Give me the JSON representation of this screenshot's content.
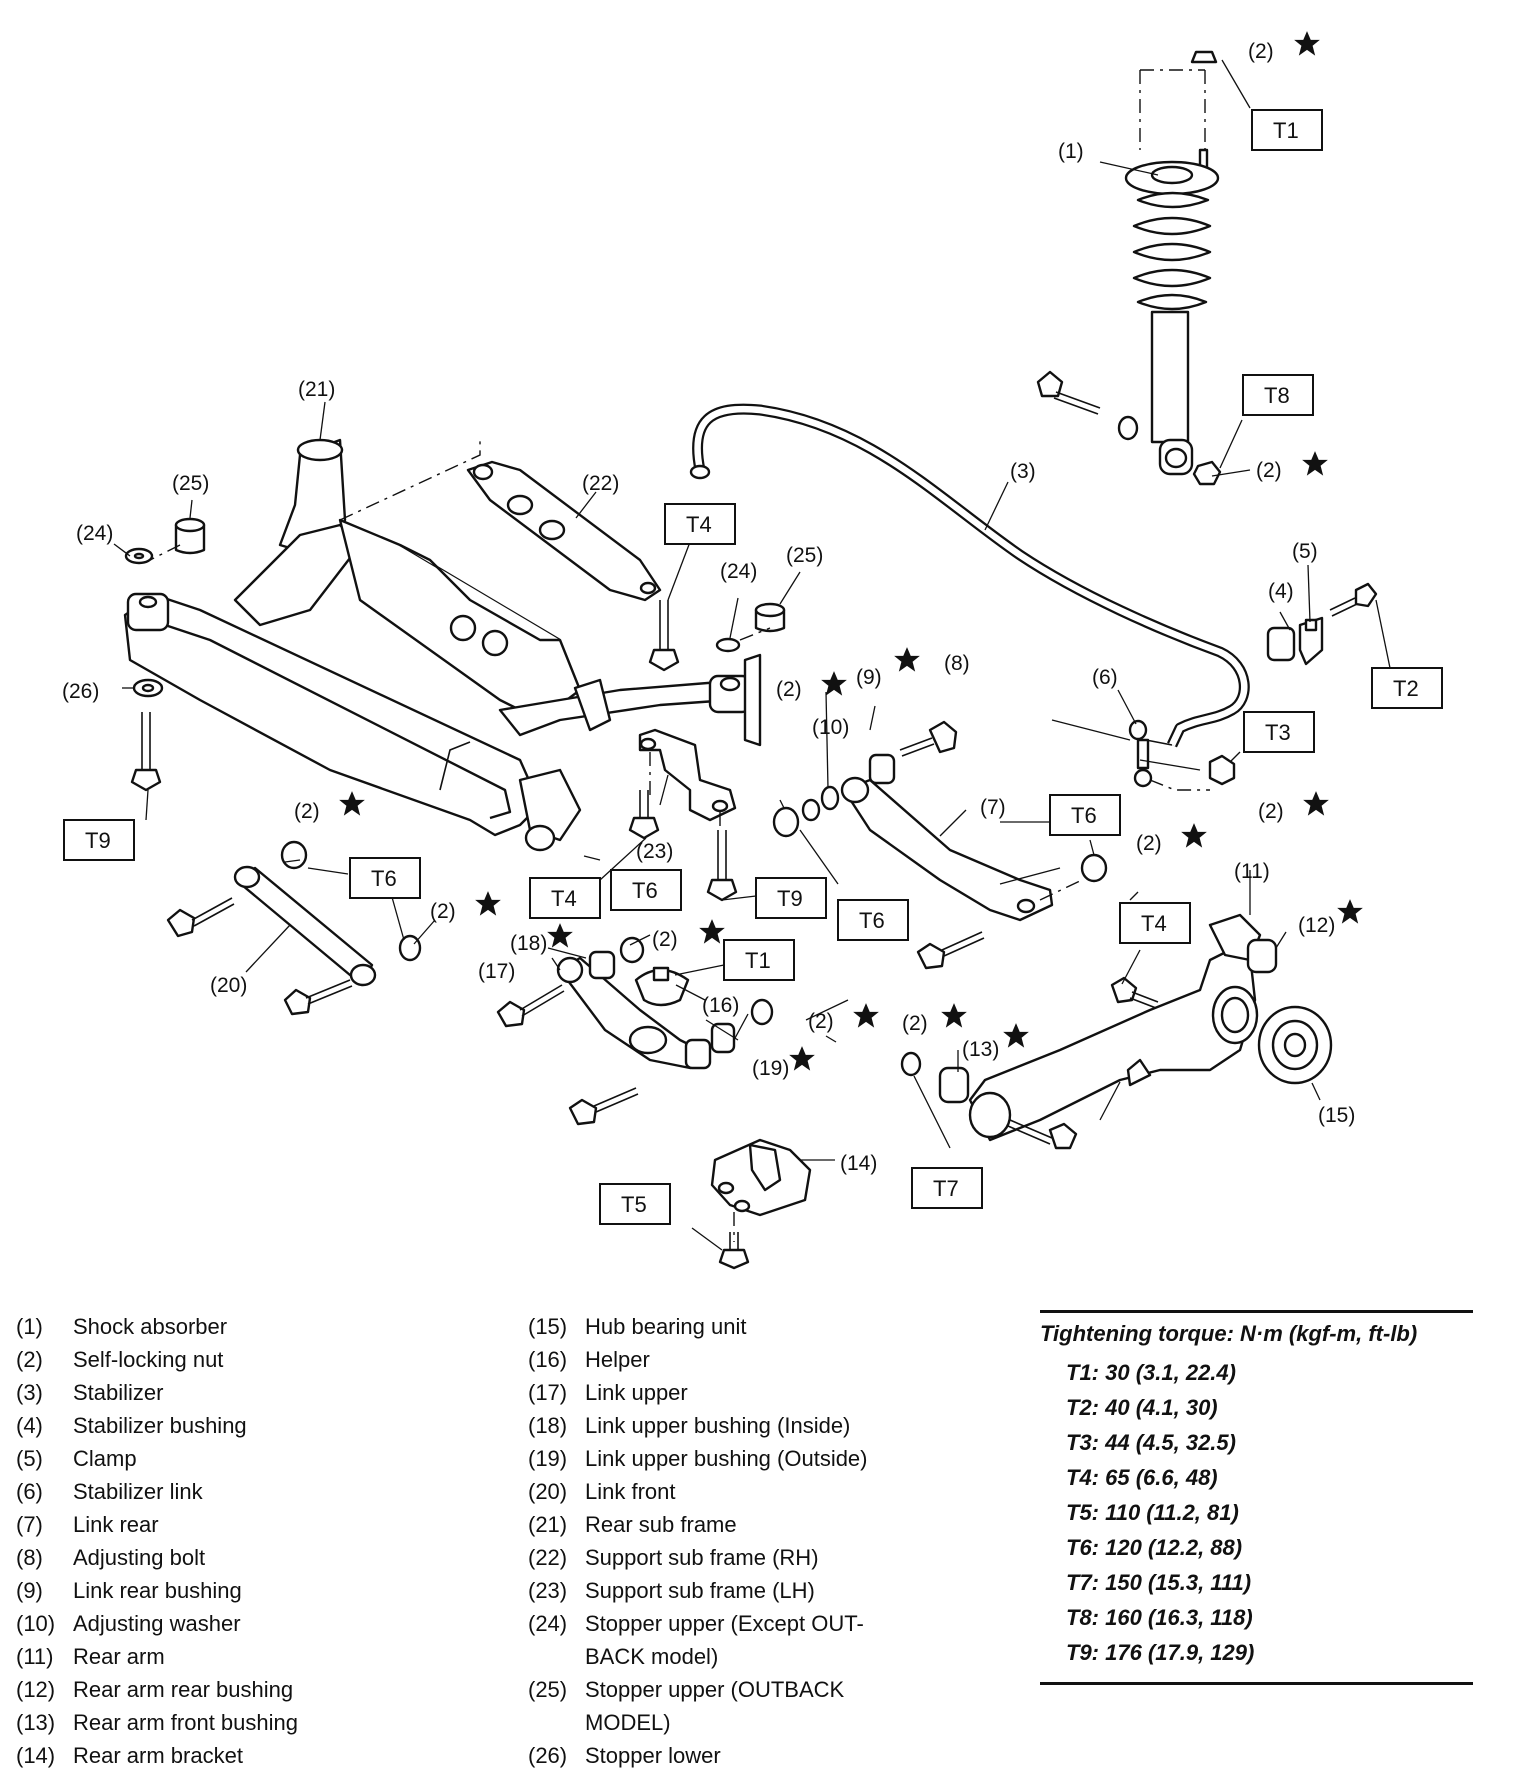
{
  "callouts": {
    "c1": "(1)",
    "c2a": "(2)",
    "c2b": "(2)",
    "c2c": "(2)",
    "c2d": "(2)",
    "c2e": "(2)",
    "c2f": "(2)",
    "c2g": "(2)",
    "c2h": "(2)",
    "c2i": "(2)",
    "c2j": "(2)",
    "c3": "(3)",
    "c4": "(4)",
    "c5": "(5)",
    "c6": "(6)",
    "c7": "(7)",
    "c8": "(8)",
    "c9": "(9)",
    "c10": "(10)",
    "c11": "(11)",
    "c12": "(12)",
    "c13": "(13)",
    "c14": "(14)",
    "c15": "(15)",
    "c16": "(16)",
    "c17": "(17)",
    "c18": "(18)",
    "c19": "(19)",
    "c20": "(20)",
    "c21": "(21)",
    "c22": "(22)",
    "c23": "(23)",
    "c24a": "(24)",
    "c24b": "(24)",
    "c25a": "(25)",
    "c25b": "(25)",
    "c26": "(26)"
  },
  "torque_boxes": {
    "t1a": "T1",
    "t1b": "T1",
    "t2": "T2",
    "t3": "T3",
    "t4a": "T4",
    "t4b": "T4",
    "t4c": "T4",
    "t5": "T5",
    "t6a": "T6",
    "t6b": "T6",
    "t6c": "T6",
    "t6d": "T6",
    "t7": "T7",
    "t8": "T8",
    "t9a": "T9",
    "t9b": "T9"
  },
  "legend": {
    "col1": [
      {
        "num": "(1)",
        "text": "Shock absorber"
      },
      {
        "num": "(2)",
        "text": "Self-locking nut"
      },
      {
        "num": "(3)",
        "text": "Stabilizer"
      },
      {
        "num": "(4)",
        "text": "Stabilizer bushing"
      },
      {
        "num": "(5)",
        "text": "Clamp"
      },
      {
        "num": "(6)",
        "text": "Stabilizer link"
      },
      {
        "num": "(7)",
        "text": "Link rear"
      },
      {
        "num": "(8)",
        "text": "Adjusting bolt"
      },
      {
        "num": "(9)",
        "text": "Link rear bushing"
      },
      {
        "num": "(10)",
        "text": "Adjusting washer"
      },
      {
        "num": "(11)",
        "text": "Rear arm"
      },
      {
        "num": "(12)",
        "text": "Rear arm rear bushing"
      },
      {
        "num": "(13)",
        "text": "Rear arm front bushing"
      },
      {
        "num": "(14)",
        "text": "Rear arm bracket"
      }
    ],
    "col2": [
      {
        "num": "(15)",
        "text": "Hub bearing unit"
      },
      {
        "num": "(16)",
        "text": "Helper"
      },
      {
        "num": "(17)",
        "text": "Link upper"
      },
      {
        "num": "(18)",
        "text": "Link upper bushing (Inside)"
      },
      {
        "num": "(19)",
        "text": "Link upper bushing (Outside)"
      },
      {
        "num": "(20)",
        "text": "Link front"
      },
      {
        "num": "(21)",
        "text": "Rear sub frame"
      },
      {
        "num": "(22)",
        "text": "Support sub frame (RH)"
      },
      {
        "num": "(23)",
        "text": "Support sub frame (LH)"
      },
      {
        "num": "(24)",
        "text": "Stopper upper (Except OUT-\nBACK model)"
      },
      {
        "num": "(25)",
        "text": "Stopper upper (OUTBACK\nMODEL)"
      },
      {
        "num": "(26)",
        "text": "Stopper lower"
      }
    ]
  },
  "torque": {
    "header": "Tightening torque: N·m (kgf-m, ft-lb)",
    "values": [
      "T1: 30 (3.1, 22.4)",
      "T2: 40 (4.1, 30)",
      "T3: 44 (4.5, 32.5)",
      "T4: 65 (6.6, 48)",
      "T5: 110 (11.2, 81)",
      "T6: 120 (12.2, 88)",
      "T7: 150 (15.3, 111)",
      "T8: 160 (16.3, 118)",
      "T9: 176 (17.9, 129)"
    ]
  }
}
